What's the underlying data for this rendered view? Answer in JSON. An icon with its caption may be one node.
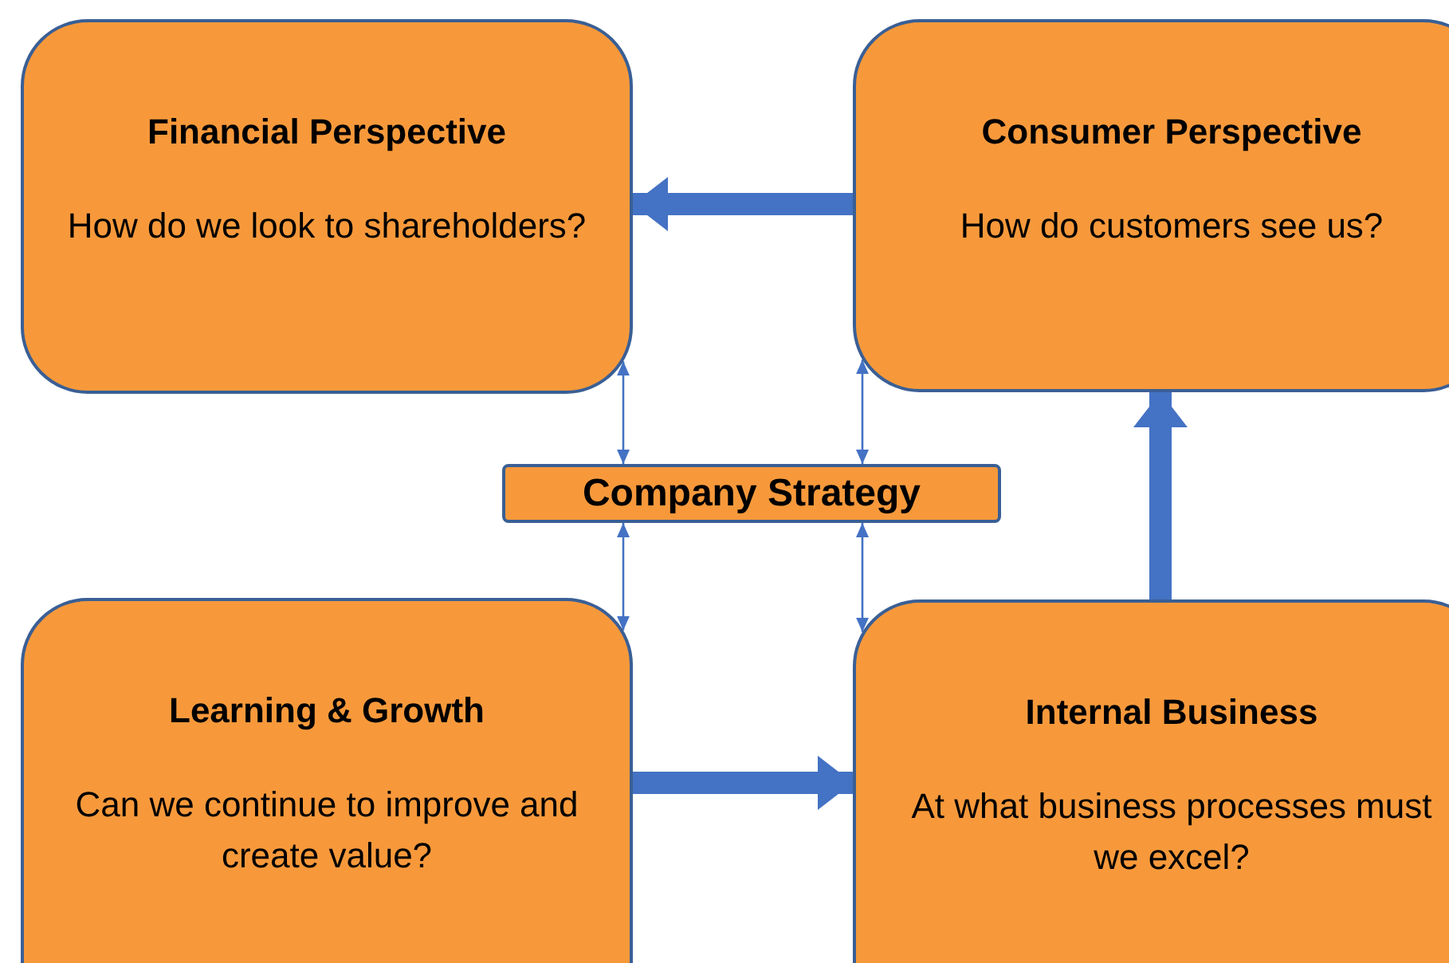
{
  "diagram": {
    "nodes": [
      {
        "text": [
          "Financial Perspective",
          "How do we look to shareholders?"
        ]
      },
      {
        "text": [
          "Consumer Perspective",
          "How do customers see us?"
        ]
      },
      {
        "text": [
          "Company Strategy"
        ]
      },
      {
        "text": [
          "Learning & Growth",
          "Can we continue to improve and create value?"
        ]
      },
      {
        "text": [
          "Internal Business",
          "At what business processes must we excel?"
        ]
      }
    ],
    "edges": [
      {
        "from": 1,
        "to": 0,
        "arrow": "to",
        "style": "thick"
      },
      {
        "from": 0,
        "to": 2,
        "arrow": "both"
      },
      {
        "from": 1,
        "to": 2,
        "arrow": "both"
      },
      {
        "from": 2,
        "to": 3,
        "arrow": "both"
      },
      {
        "from": 2,
        "to": 4,
        "arrow": "both"
      },
      {
        "from": 3,
        "to": 4,
        "arrow": "to",
        "style": "thick"
      },
      {
        "from": 4,
        "to": 1,
        "arrow": "to",
        "style": "thick"
      }
    ]
  }
}
